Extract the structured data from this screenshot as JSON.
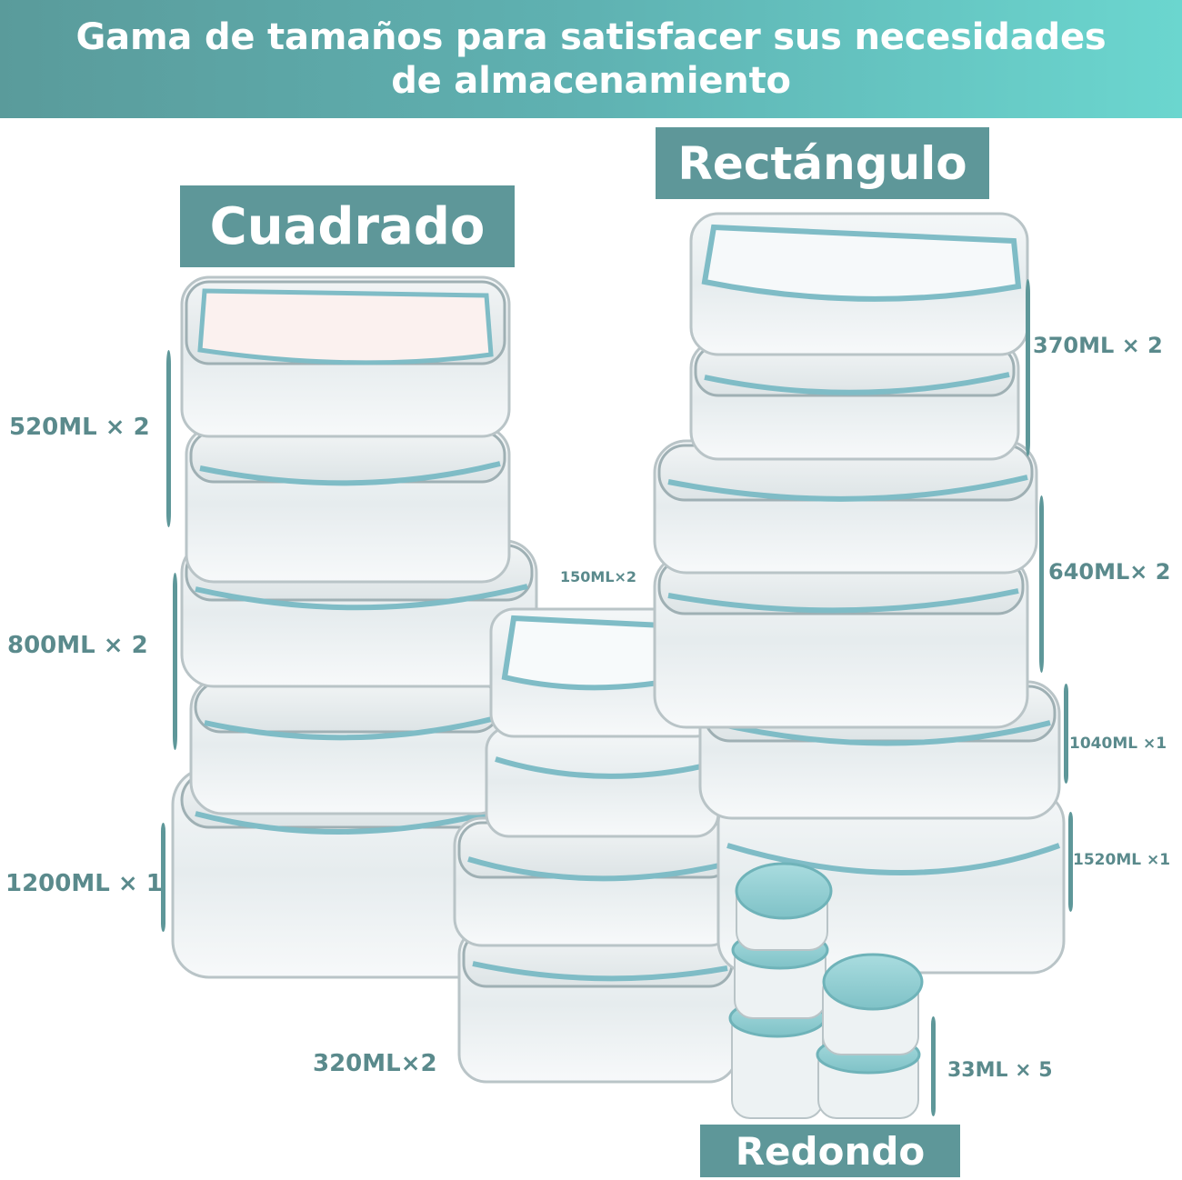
{
  "header": {
    "line1": "Gama de tamaños para satisfacer sus necesidades",
    "line2": "de almacenamiento",
    "gradient_start": "#5a9b9b",
    "gradient_end": "#6bd6cf"
  },
  "categories": {
    "square": {
      "label": "Cuadrado"
    },
    "rectangle": {
      "label": "Rectángulo"
    },
    "round": {
      "label": "Redondo"
    }
  },
  "colors": {
    "tag_background": "#5e9799",
    "label_text": "#5a8a8c",
    "lid_seal": "#7fbcc6",
    "round_lid": "#8ecfd3"
  },
  "sizes": {
    "square": [
      {
        "label": "520ML × 2",
        "volume_ml": 520,
        "quantity": 2
      },
      {
        "label": "800ML × 2",
        "volume_ml": 800,
        "quantity": 2
      },
      {
        "label": "1200ML × 1",
        "volume_ml": 1200,
        "quantity": 1
      },
      {
        "label": "150ML×2",
        "volume_ml": 150,
        "quantity": 2
      },
      {
        "label": "320ML×2",
        "volume_ml": 320,
        "quantity": 2
      }
    ],
    "rectangle": [
      {
        "label": "370ML × 2",
        "volume_ml": 370,
        "quantity": 2
      },
      {
        "label": "640ML× 2",
        "volume_ml": 640,
        "quantity": 2
      },
      {
        "label": "1040ML ×1",
        "volume_ml": 1040,
        "quantity": 1
      },
      {
        "label": "1520ML ×1",
        "volume_ml": 1520,
        "quantity": 1
      }
    ],
    "round": [
      {
        "label": "33ML × 5",
        "volume_ml": 33,
        "quantity": 5
      }
    ]
  }
}
